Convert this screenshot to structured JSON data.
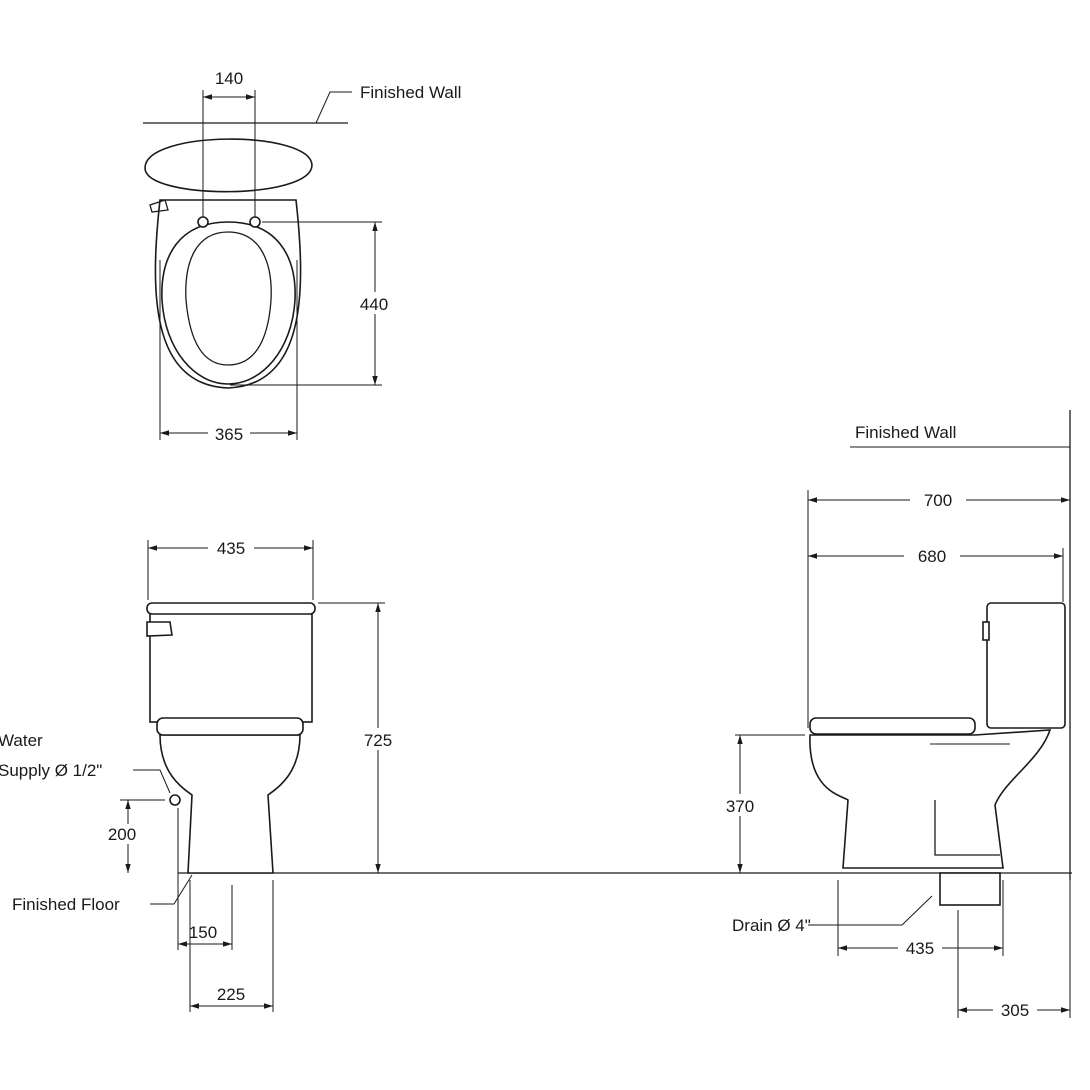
{
  "top_view": {
    "dim_hinge_spacing": "140",
    "wall_label": "Finished Wall",
    "dim_seat_length": "440",
    "dim_bowl_width": "365"
  },
  "front_view": {
    "dim_tank_width": "435",
    "dim_total_height": "725",
    "water_label_line1": "Water",
    "water_label_line2": "Supply Ø 1/2\"",
    "dim_supply_height": "200",
    "floor_label": "Finished Floor",
    "dim_supply_offset": "150",
    "dim_base_width": "225"
  },
  "side_view": {
    "wall_label": "Finished Wall",
    "dim_total_depth": "700",
    "dim_depth_to_tank": "680",
    "dim_seat_height": "370",
    "drain_label": "Drain Ø 4\"",
    "dim_base_depth": "435",
    "dim_rough_in": "305"
  }
}
